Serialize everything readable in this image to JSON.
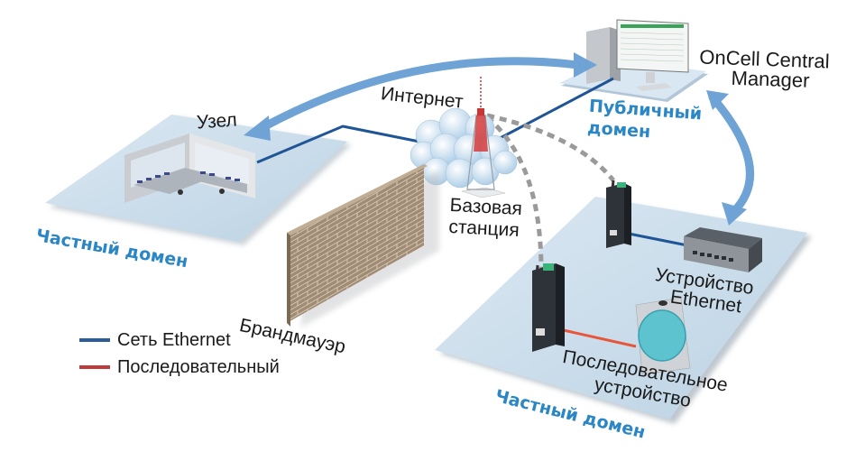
{
  "diagram": {
    "nodes": {
      "central_manager": {
        "label_line1": "OnCell Central",
        "label_line2": "Manager"
      },
      "public_domain": {
        "line1": "Публичный",
        "line2": "домен"
      },
      "node": {
        "label": "Узел"
      },
      "internet": {
        "label": "Интернет"
      },
      "base_station": {
        "line1": "Базовая",
        "line2": "станция"
      },
      "firewall": {
        "label": "Брандмауэр"
      },
      "private_domain_left": {
        "label": "Частный домен"
      },
      "private_domain_right": {
        "label": "Частный домен"
      },
      "ethernet_device": {
        "line1": "Устройство",
        "line2": "Ethernet"
      },
      "serial_device": {
        "line1": "Последовательное",
        "line2": "устройство"
      }
    },
    "legend": [
      {
        "label": "Сеть Ethernet",
        "color": "#2b5d9b"
      },
      {
        "label": "Последовательный",
        "color": "#c0393b"
      }
    ],
    "colors": {
      "domain_text": "#2a86c4",
      "plane": "#c9dcea",
      "arrow": "#6fa3d6",
      "ethernet_line": "#1f5596",
      "serial_line": "#e8553a",
      "wireless_dash": "#9a9a9a",
      "brick": "#9b8670"
    }
  }
}
